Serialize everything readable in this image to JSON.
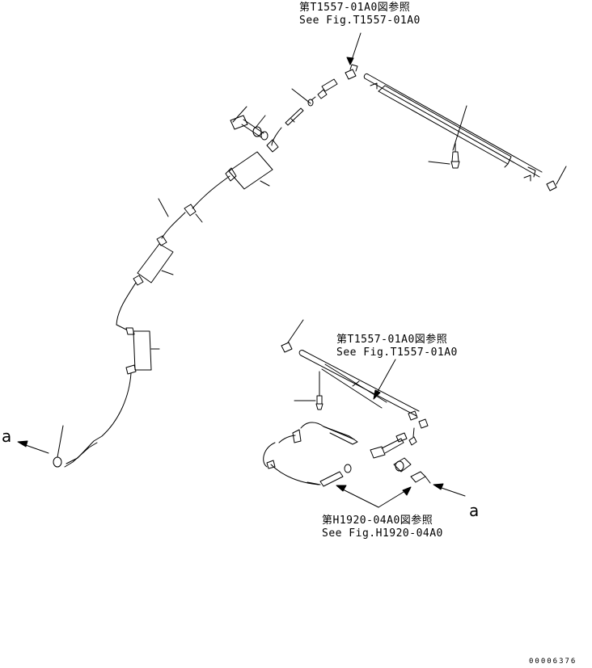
{
  "refs": {
    "top": {
      "ja": "第T1557-01A0図参照",
      "en": "See Fig.T1557-01A0"
    },
    "middle": {
      "ja": "第T1557-01A0図参照",
      "en": "See Fig.T1557-01A0"
    },
    "bottom": {
      "ja": "第H1920-04A0図参照",
      "en": "See Fig.H1920-04A0"
    }
  },
  "connection_marks": {
    "left": "a",
    "right": "a"
  },
  "drawing_code": "00006376"
}
